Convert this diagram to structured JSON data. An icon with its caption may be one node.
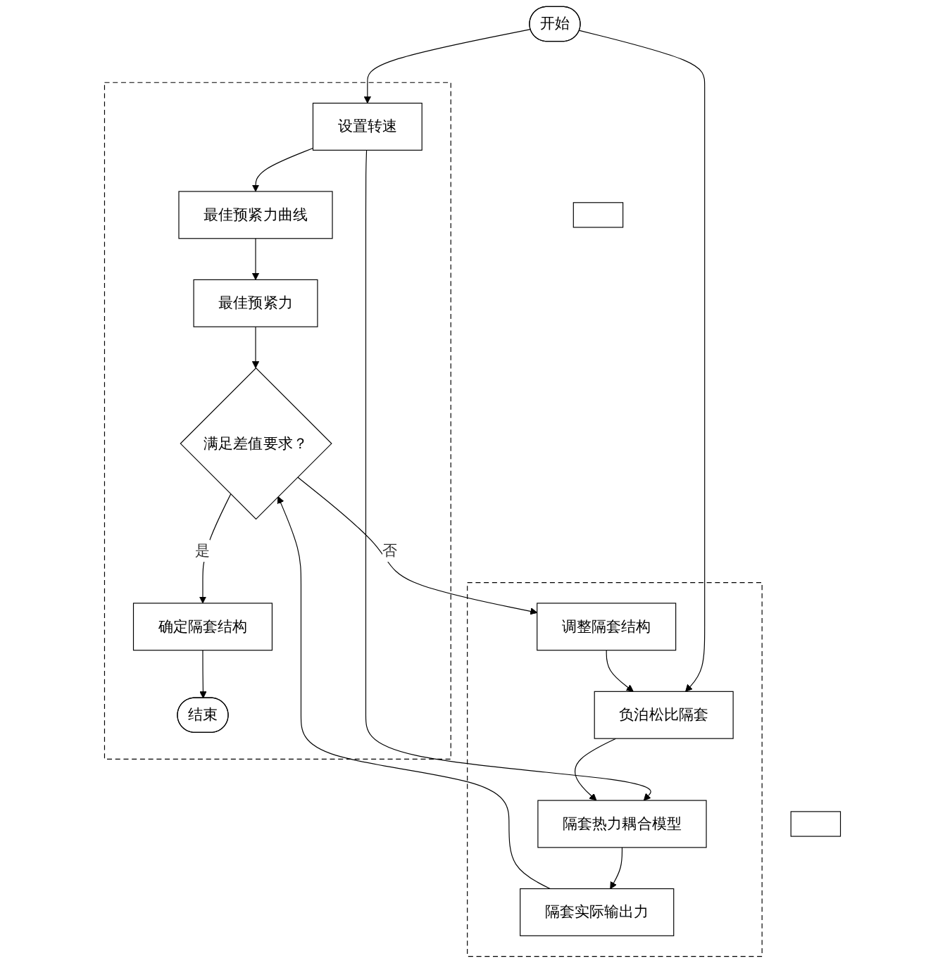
{
  "diagram": {
    "nodes": [
      {
        "text": [
          "开始"
        ]
      },
      {
        "text": [],
        "shape": "box"
      },
      {
        "text": [
          "设置转速"
        ],
        "in": 1
      },
      {
        "text": [
          "最佳预紧力曲线"
        ],
        "in": 1
      },
      {
        "text": [
          "最佳预紧力"
        ],
        "in": 1
      },
      {
        "text": [
          "满足差值要求？"
        ],
        "in": 1
      },
      {
        "text": [
          "确定隔套结构"
        ],
        "in": 1
      },
      {
        "text": [
          "结束"
        ],
        "in": 1
      },
      {
        "text": [],
        "shape": "box"
      },
      {
        "text": [
          "负泊松比隔套"
        ],
        "in": 8
      },
      {
        "text": [
          "隔套热力耦合模型"
        ],
        "in": 8
      },
      {
        "text": [
          "隔套实际输出力"
        ],
        "in": 8
      },
      {
        "text": [
          "调整隔套结构"
        ],
        "in": 8
      },
      {
        "text": [],
        "shape": "box"
      },
      {
        "text": [],
        "shape": "box"
      }
    ],
    "edges": [
      {
        "from": 0,
        "to": 2,
        "arrow": "to"
      },
      {
        "from": 0,
        "to": 9,
        "arrow": "to"
      },
      {
        "from": 2,
        "to": 3,
        "arrow": "to"
      },
      {
        "from": 3,
        "to": 4,
        "arrow": "to"
      },
      {
        "from": 4,
        "to": 5,
        "arrow": "to"
      },
      {
        "from": 2,
        "to": 10,
        "arrow": "to"
      },
      {
        "from": 9,
        "to": 10,
        "arrow": "to"
      },
      {
        "from": 10,
        "to": 11,
        "arrow": "to"
      },
      {
        "from": 11,
        "to": 5,
        "arrow": "to"
      },
      {
        "from": 5,
        "to": 12,
        "arrow": "to",
        "label": "否"
      },
      {
        "from": 12,
        "to": 9,
        "arrow": "to"
      },
      {
        "from": 5,
        "to": 6,
        "arrow": "to",
        "label": "是"
      },
      {
        "from": 6,
        "to": 7,
        "arrow": "to"
      }
    ]
  }
}
